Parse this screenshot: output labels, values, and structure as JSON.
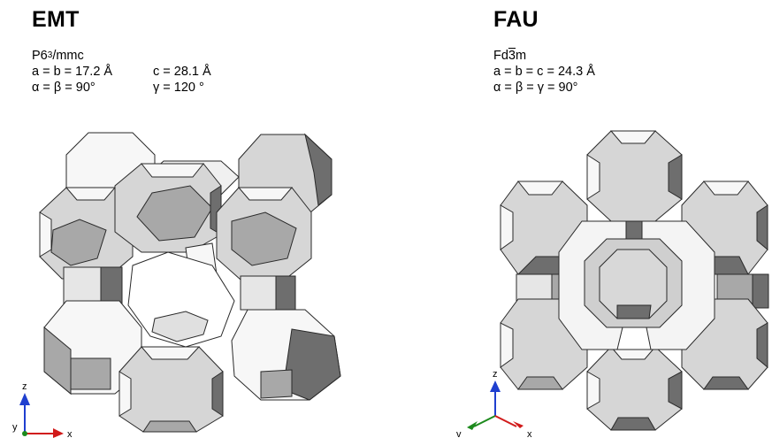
{
  "emt": {
    "title": "EMT",
    "space_group_base": "P6",
    "space_group_sub": "3",
    "space_group_rest": "/mmc",
    "lattice_ab": "a = b = 17.2 Å",
    "lattice_c": "c = 28.1 Å",
    "angles_ab": "α = β = 90°",
    "angle_g": "γ = 120 °",
    "axes": {
      "z": "z",
      "y": "y",
      "x": "x"
    }
  },
  "fau": {
    "title": "FAU",
    "space_group_pre": "Fd",
    "space_group_bar": "3",
    "space_group_post": "m",
    "lattice": "a = b = c = 24.3 Å",
    "angles": "α = β = γ = 90°",
    "axes": {
      "z": "z",
      "v": "v",
      "x": "x"
    }
  },
  "colors": {
    "face_white": "#f7f7f7",
    "face_light": "#d6d6d6",
    "face_mid": "#a8a8a8",
    "face_dark": "#6e6e6e",
    "edge": "#2a2a2a",
    "axis_z": "#1f3fcf",
    "axis_x": "#d11a1a",
    "axis_y": "#1c8a1c"
  }
}
